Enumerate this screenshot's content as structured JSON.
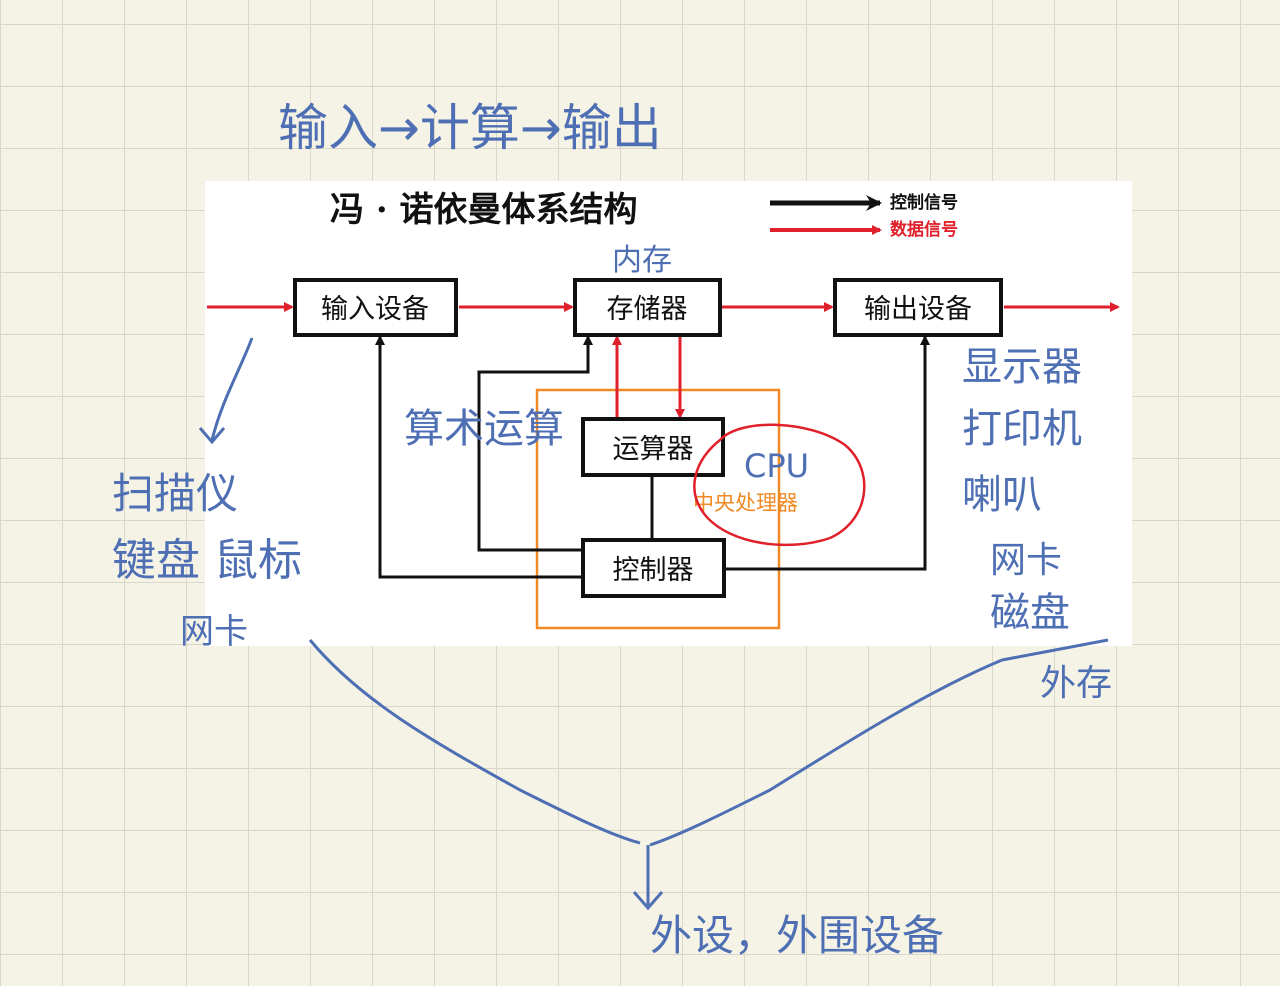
{
  "diagram": {
    "title": "冯 · 诺依曼体系结构",
    "legend": {
      "control_signal": "控制信号",
      "data_signal": "数据信号"
    },
    "boxes": {
      "input": "输入设备",
      "memory": "存储器",
      "output": "输出设备",
      "alu": "运算器",
      "controller": "控制器"
    },
    "cpu_label": "中央处理器"
  },
  "annotations": {
    "heading": "输入→计算→输出",
    "memory_note": "内存",
    "alu_note": "算术运算",
    "cpu_note": "CPU",
    "input_devices": [
      "扫描仪",
      "键盘 鼠标",
      "网卡"
    ],
    "output_devices": [
      "显示器",
      "打印机",
      "喇叭",
      "网卡",
      "磁盘"
    ],
    "external_storage": "外存",
    "peripheral": "外设，外围设备"
  },
  "colors": {
    "handwriting": "#4e6fb3",
    "data_arrow": "#e0202a",
    "control_arrow": "#111111",
    "cpu_border": "#f08a24",
    "cpu_circle": "#e0202a"
  }
}
